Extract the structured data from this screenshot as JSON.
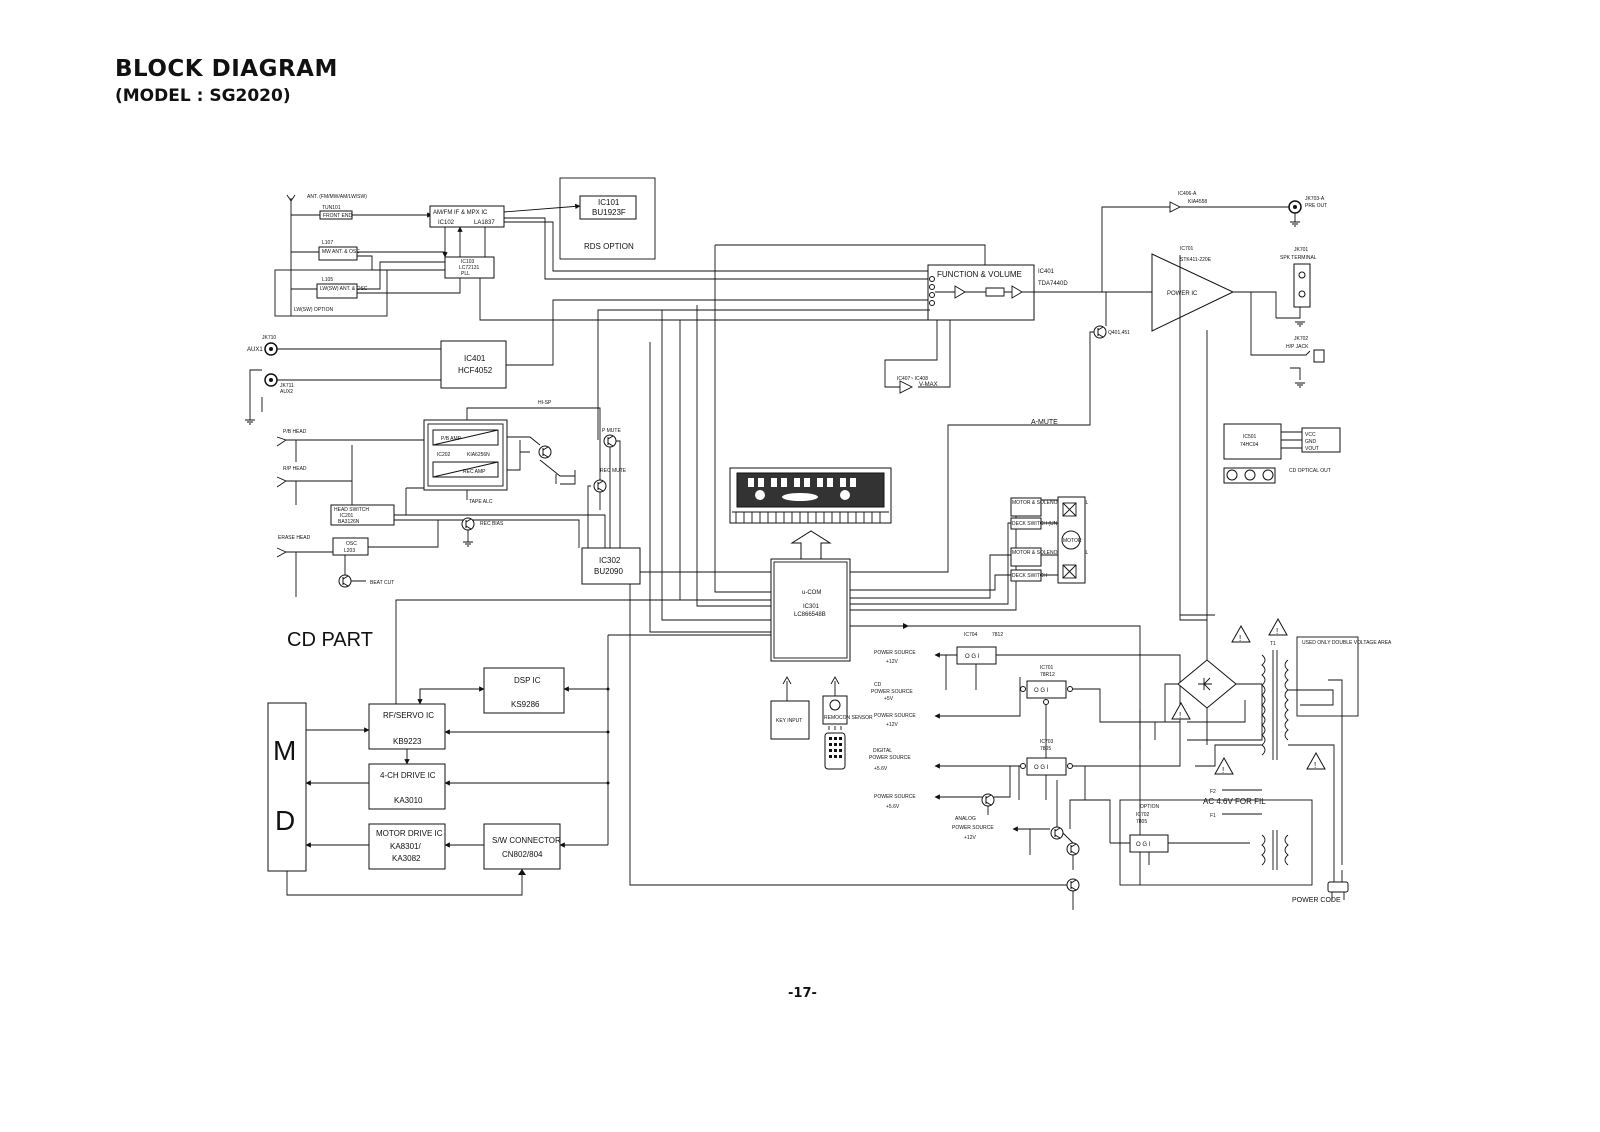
{
  "header": {
    "title": "BLOCK DIAGRAM",
    "subtitle": "(MODEL : SG2020)"
  },
  "footer": {
    "page_number": "-17-"
  },
  "tuner": {
    "ant_label": "ANT. (FM/MW/AM/LW/SW)",
    "tun101": "TUN101",
    "front_end": "FRONT END",
    "l107": "L107",
    "mw_ant_osc": "MW ANT. & OSC",
    "l105": "L105",
    "lw_sw_ant_osc": "LW(SW) ANT. & OSC",
    "lw_sw_option": "LW(SW) OPTION",
    "ic102_title": "AM/FM IF & MPX IC",
    "ic102": "IC102",
    "ic102_part": "LA1837",
    "ic103": "IC103",
    "ic103_part": "LC72131",
    "ic103_pll": "PLL",
    "ic101": "IC101",
    "ic101_part": "BU1923F",
    "rds_option": "RDS OPTION"
  },
  "aux": {
    "jk710": "JK710",
    "aux1": "AUX1",
    "jk711": "JK711",
    "aux2": "AUX2",
    "ic401": "IC401",
    "ic401_part": "HCF4052"
  },
  "tape": {
    "pb_head": "P/B HEAD",
    "rp_head": "R/P HEAD",
    "erase_head": "ERASE HEAD",
    "hi_sp": "HI-SP",
    "pb_amp": "P/B AMP",
    "rec_amp": "REC AMP",
    "ic202": "IC202",
    "ic202_part": "KIA6256N",
    "p_mute": "P MUTE",
    "rec_mute": "REC MUTE",
    "tape_alc": "TAPE ALC",
    "head_switch": "HEAD SWITCH",
    "ic201": "IC201",
    "ic201_part": "BA3126N",
    "rec_bias": "REC BIAS",
    "osc": "OSC",
    "l203": "L203",
    "beat_cut": "BEAT CUT",
    "ic302": "IC302",
    "ic302_part": "BU2090"
  },
  "audio": {
    "function_volume": "FUNCTION & VOLUME",
    "ic401b": "IC401",
    "ic401b_part": "TDA7440D",
    "ic407_ic408": "IC407~ IC408",
    "vmax": "V-MAX",
    "ic406a": "IC406-A",
    "ic406a_part": "KIA4558",
    "jk703a": "JK703-A",
    "pre_out": "PRE OUT",
    "ic701": "IC701",
    "ic701_part": "STK411-220E",
    "power_ic": "POWER IC",
    "jk701": "JK701",
    "spk_terminal": "SPK TERMINAL",
    "jk702": "JK702",
    "hp_jack": "H/P JACK",
    "q401": "Q401,451",
    "a_mute": "A-MUTE"
  },
  "optical": {
    "ic501": "IC501",
    "ic501_part": "74HC04",
    "vcc": "VCC",
    "gnd": "GND",
    "vout": "VOUT",
    "cd_optical_out": "CD OPTICAL OUT"
  },
  "control": {
    "ucom": "u-COM",
    "ic301": "IC301",
    "ic301_part": "LC866548B",
    "motor_drive_1": "MOTOR & SOLENOID CONTROL",
    "deck_switch_1": "DECK SWITCH (UNUSE)",
    "motor_drive_2": "MOTOR & SOLENOID CONTROL",
    "deck_switch_2": "DECK SWITCH",
    "motor": "MOTOR",
    "key_input": "KEY INPUT",
    "remocon": "REMOCON SENSOR"
  },
  "cd": {
    "cd_part": "CD PART",
    "m": "M",
    "d": "D",
    "dsp_ic": "DSP IC",
    "dsp_part": "KS9286",
    "rf_servo": "RF/SERVO IC",
    "rf_part": "KB9223",
    "drive_4ch": "4-CH DRIVE IC",
    "drive_part": "KA3010",
    "motor_drive": "MOTOR DRIVE IC",
    "motor_drive_part1": "KA8301/",
    "motor_drive_part2": "KA3082",
    "sw_connector": "S/W CONNECTOR",
    "sw_part": "CN802/804"
  },
  "power": {
    "ps1": "POWER SOURCE",
    "ps1_v": "+12V",
    "ic704": "IC704",
    "ic704_part": "7812",
    "ogi": "O G I",
    "cd_ps_1": "CD",
    "cd_ps_2": "POWER SOURCE",
    "cd_ps_v": "+5V",
    "ic701r": "IC701",
    "ic701r_part": "78R12",
    "ps3": "POWER SOURCE",
    "ps3_v": "+12V",
    "ic703": "IC703",
    "ic703_part": "7805",
    "digital_1": "DIGITAL",
    "digital_2": "POWER SOURCE",
    "digital_v": "+5.6V",
    "ps5": "POWER SOURCE",
    "ps5_v": "+5.6V",
    "analog_1": "ANALOG",
    "analog_2": "POWER SOURCE",
    "analog_v": "+12V",
    "option": "OPTION",
    "ic702": "IC702",
    "ic702_part": "7805",
    "ac_fil": "AC 4.6V FOR FIL",
    "f1": "F1",
    "f2": "F2",
    "t1": "T1",
    "voltage_note": "USED ONLY DOUBLE VOLTAGE AREA",
    "power_code": "POWER CODE",
    "warn": "!"
  }
}
